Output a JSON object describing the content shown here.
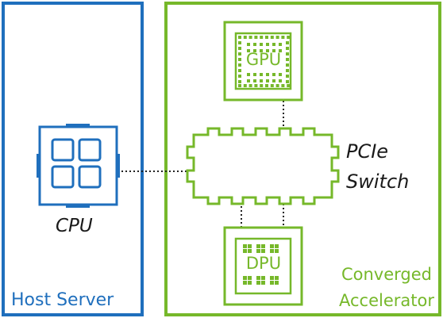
{
  "host": {
    "label": "Host Server",
    "color": "#1f6fbd"
  },
  "accelerator": {
    "label_line1": "Converged",
    "label_line2": "Accelerator",
    "color": "#76b82a"
  },
  "cpu": {
    "label": "CPU",
    "icon": "cpu-chip-icon"
  },
  "gpu": {
    "label": "GPU",
    "icon": "gpu-chip-icon"
  },
  "dpu": {
    "label": "DPU",
    "icon": "dpu-chip-icon"
  },
  "switch": {
    "label_line1": "PCIe",
    "label_line2": "Switch",
    "icon": "pcie-switch-icon"
  },
  "links": [
    "cpu-to-switch",
    "switch-to-gpu",
    "switch-to-dpu"
  ]
}
